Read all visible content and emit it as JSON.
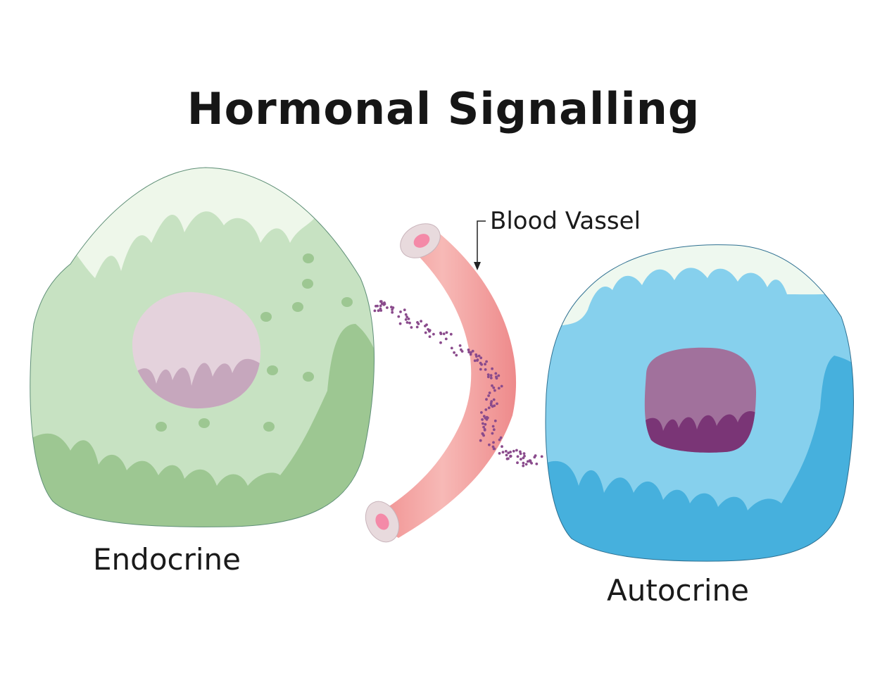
{
  "diagram": {
    "title": "Hormonal Signalling",
    "labels": {
      "blood_vessel": "Blood Vassel",
      "endocrine": "Endocrine",
      "autocrine": "Autocrine"
    }
  },
  "colors": {
    "endocrine_cell": "#c7e2c2",
    "endocrine_shadow": "#9dc792",
    "endocrine_nucleus": "#e4d2dc",
    "endocrine_nucleus_shadow": "#c6a7bd",
    "autocrine_cell": "#86d0ed",
    "autocrine_shadow": "#46b0dd",
    "autocrine_nucleus": "#a1719c",
    "autocrine_nucleus_shadow": "#7a3576",
    "highlight": "#eef7ea",
    "vessel": "#f4999a",
    "vessel_lumen": "#f48aa8",
    "hormone_particles": "#8a4b8c"
  }
}
